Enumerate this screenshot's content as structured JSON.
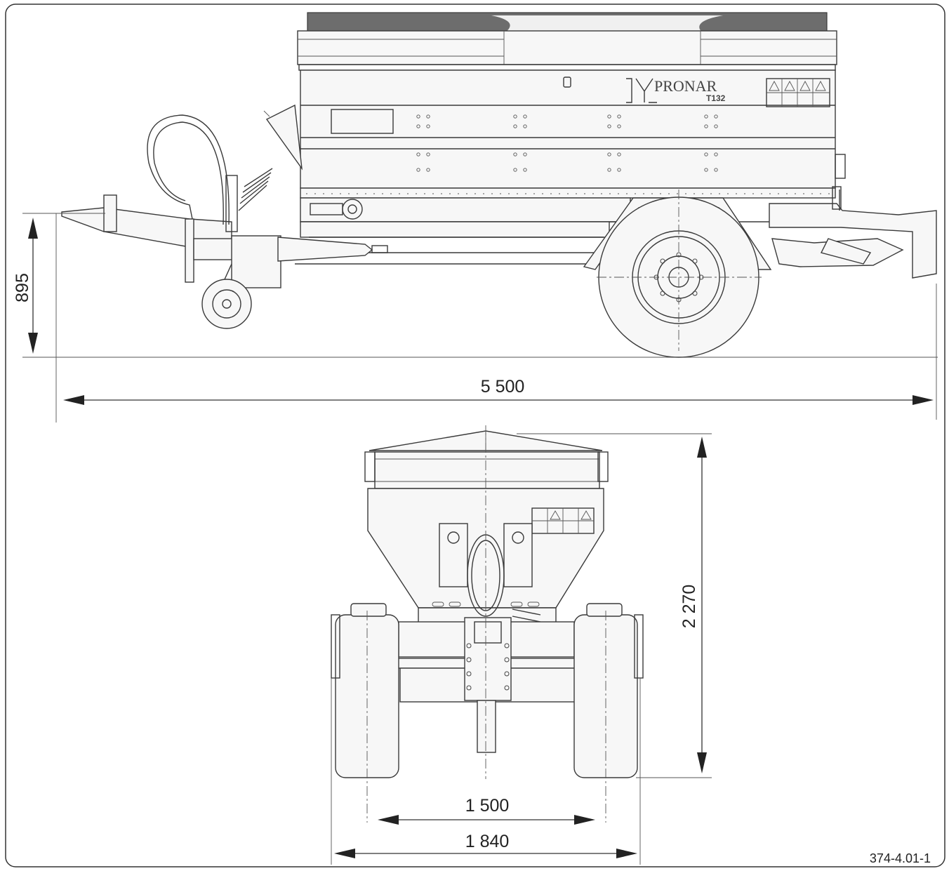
{
  "drawing": {
    "brand_label": "PRONAR",
    "model_label": "T132",
    "reference_number": "374-4.01-1"
  },
  "dimensions": {
    "height_drawbar": "895",
    "total_length": "5 500",
    "total_height": "2 270",
    "track_width": "1 500",
    "total_width": "1 840"
  }
}
